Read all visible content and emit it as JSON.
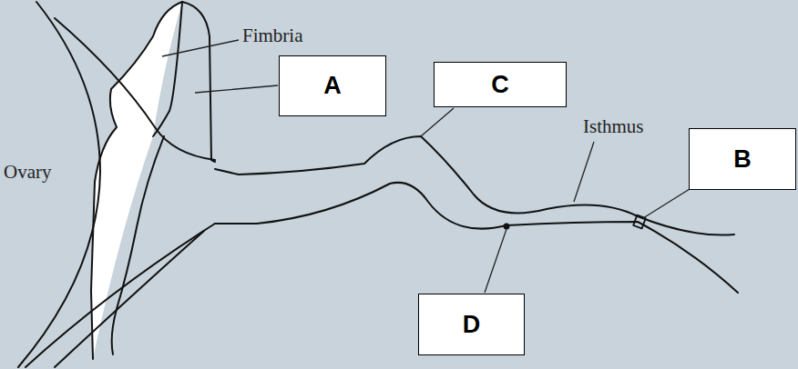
{
  "diagram": {
    "nodes": [
      {
        "text": [
          "A"
        ]
      },
      {
        "text": [
          "C"
        ]
      },
      {
        "text": [
          "B"
        ]
      },
      {
        "text": [
          "D"
        ]
      }
    ],
    "labels": [
      "Fimbria",
      "Ovary",
      "Isthmus"
    ]
  }
}
